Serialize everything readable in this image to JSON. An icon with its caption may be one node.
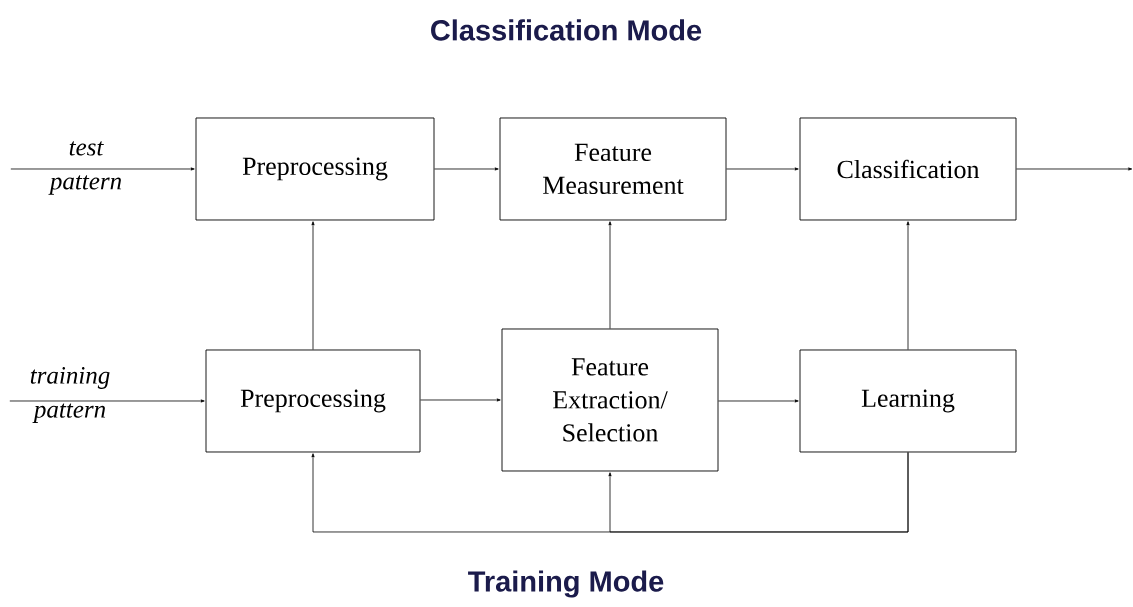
{
  "diagram": {
    "title": "Classification Mode",
    "nodes": [
      {
        "text": [
          "*test* *pattern*"
        ]
      },
      {
        "text": [
          "Preprocessing"
        ]
      },
      {
        "text": [
          "Feature Measurement"
        ]
      },
      {
        "text": [
          "Classification"
        ]
      },
      {
        "text": [
          "*training* *pattern*"
        ]
      },
      {
        "text": [
          "Preprocessing"
        ]
      },
      {
        "text": [
          "Feature Extraction/ Selection"
        ]
      },
      {
        "text": [
          "Learning"
        ]
      }
    ],
    "edges": [
      {
        "from": 0,
        "to": 1,
        "arrow": "to"
      },
      {
        "from": 1,
        "to": 2,
        "arrow": "to"
      },
      {
        "from": 2,
        "to": 3,
        "arrow": "to"
      },
      {
        "from": 3,
        "to": null,
        "arrow": "to"
      },
      {
        "from": 4,
        "to": 5,
        "arrow": "to"
      },
      {
        "from": 5,
        "to": 6,
        "arrow": "to"
      },
      {
        "from": 6,
        "to": 7,
        "arrow": "to"
      },
      {
        "from": 5,
        "to": 1,
        "arrow": "to"
      },
      {
        "from": 6,
        "to": 2,
        "arrow": "to"
      },
      {
        "from": 7,
        "to": 3,
        "arrow": "to"
      },
      {
        "from": 7,
        "to": 5,
        "arrow": "to"
      },
      {
        "from": 7,
        "to": 6,
        "arrow": "to"
      }
    ],
    "labels": [
      "Training Mode"
    ]
  }
}
